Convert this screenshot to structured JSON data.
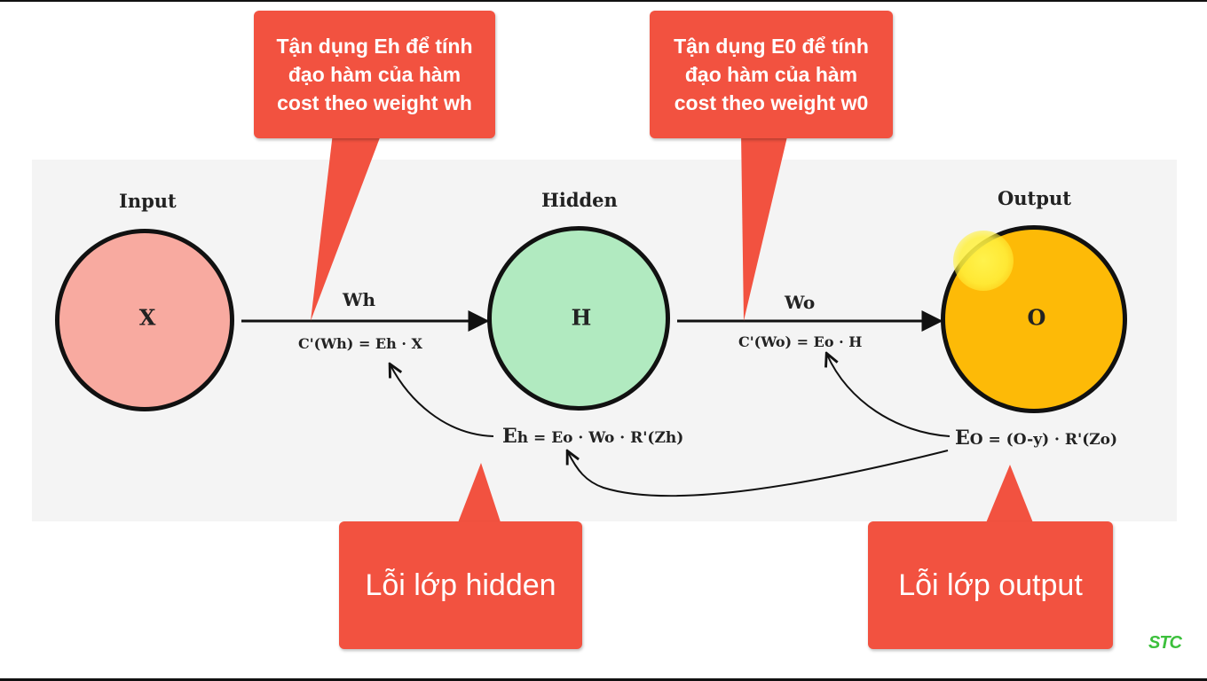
{
  "layers": {
    "input": {
      "title": "Input",
      "symbol": "X",
      "color": "#f8aaa0"
    },
    "hidden": {
      "title": "Hidden",
      "symbol": "H",
      "color": "#b1eac0"
    },
    "output": {
      "title": "Output",
      "symbol": "O",
      "color": "#fdba07"
    }
  },
  "weights": {
    "wh": "Wh",
    "wo": "Wo"
  },
  "equations": {
    "cost_wh": "C'(Wh) = Eh · X",
    "cost_wo": "C'(Wo) = Eo · H",
    "eh_lead": "E",
    "eh_rest": "h = Eo · Wo · R'(Zh)",
    "eo_lead": "E",
    "eo_rest": "O = (O-y) · R'(Zo)"
  },
  "callouts": {
    "top_left": "Tận dụng Eh để tính đạo hàm của hàm cost theo  weight wh",
    "top_right": "Tận dụng E0 để tính đạo hàm của hàm cost theo weight w0",
    "bottom_left": "Lỗi lớp hidden",
    "bottom_right": "Lỗi lớp output"
  },
  "colors": {
    "callout": "#f25240",
    "panel": "#f4f4f4",
    "stroke": "#111111"
  },
  "logo": "STC"
}
